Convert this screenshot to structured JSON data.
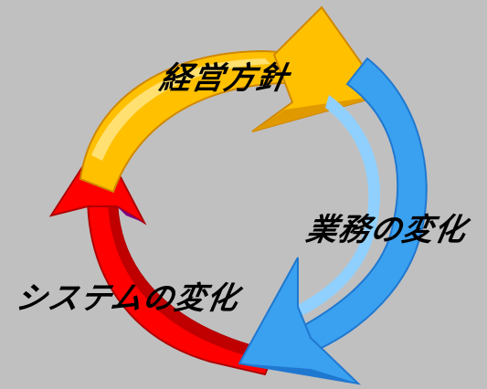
{
  "diagram": {
    "type": "cycle",
    "segments": [
      {
        "label": "経営方針",
        "color": "#ffc000",
        "shade": "#e09a00",
        "highlight": "#ffe070"
      },
      {
        "label": "業務の変化",
        "color": "#3aa0f0",
        "shade": "#1f78d0",
        "highlight": "#8fd0ff"
      },
      {
        "label": "システムの変化",
        "color": "#ff0000",
        "shade": "#c00000",
        "highlight": "#ff6a6a"
      }
    ]
  }
}
